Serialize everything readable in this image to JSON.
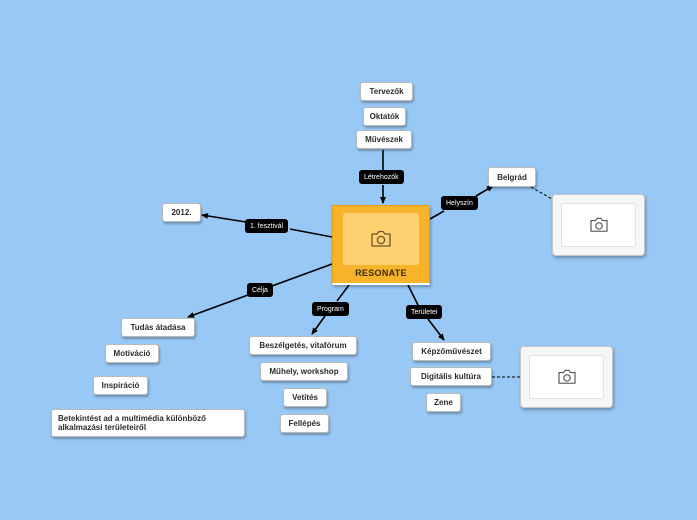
{
  "central": {
    "title": "RESONATE",
    "icon": "camera-icon"
  },
  "labels": {
    "letrehozok": "Létrehozók",
    "fesztival": "1. fesztivál",
    "celja": "Célja",
    "program": "Program",
    "teruletei": "Területei",
    "helyszin": "Helyszín"
  },
  "creators": [
    "Tervezők",
    "Oktatók",
    "Művészek"
  ],
  "year": "2012.",
  "goals": [
    "Tudás átadása",
    "Motiváció",
    "Inspiráció",
    "Betekintést ad a multimédia különböző alkalmazási területeiről"
  ],
  "program": [
    "Beszélgetés, vitafórum",
    "Műhely, workshop",
    "Vetítés",
    "Fellépés"
  ],
  "areas": [
    "Képzőművészet",
    "Digitális kultúra",
    "Zene"
  ],
  "venue": "Belgrád",
  "colors": {
    "background": "#98c8f5",
    "central": "#f7b42a",
    "label": "#000000"
  }
}
